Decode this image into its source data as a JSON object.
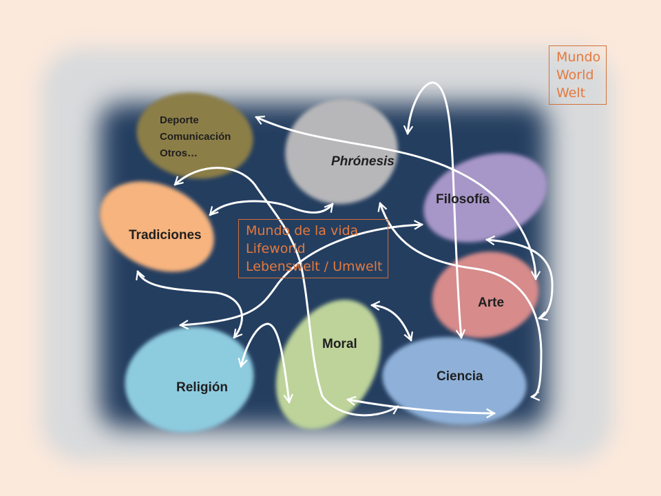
{
  "world_box": {
    "lines": [
      "Mundo",
      "World",
      "Welt"
    ],
    "border_color": "#d0703a",
    "text_color": "#e5793c"
  },
  "lifeworld_box": {
    "lines": [
      "Mundo de la vida",
      "Lifeworld",
      "Lebenswelt / Umwelt"
    ],
    "border_color": "#d0703a",
    "text_color": "#e5793c"
  },
  "nodes": {
    "otros": {
      "lines": [
        "Deporte",
        "Comunicación",
        "Otros…"
      ],
      "color": "#8c7e47"
    },
    "phronesis": {
      "label": "Phrónesis",
      "color": "#b7b7b9"
    },
    "filosofia": {
      "label": "Filosofía",
      "color": "#a796c8"
    },
    "tradiciones": {
      "label": "Tradiciones",
      "color": "#f7b47e"
    },
    "arte": {
      "label": "Arte",
      "color": "#d78b8b"
    },
    "moral": {
      "label": "Moral",
      "color": "#bdd39a"
    },
    "ciencia": {
      "label": "Ciencia",
      "color": "#8fb1d9"
    },
    "religion": {
      "label": "Religión",
      "color": "#8dcbdf"
    }
  },
  "colors": {
    "background": "#fbe9dc",
    "board": "#243e60",
    "arrows": "#ffffff"
  }
}
